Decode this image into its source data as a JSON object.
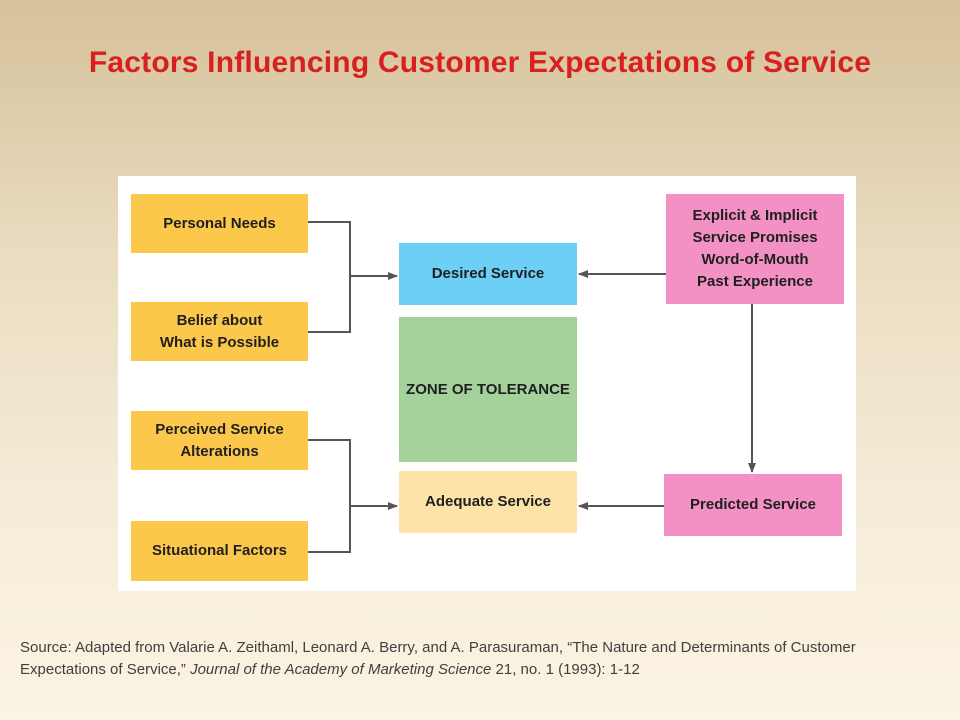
{
  "title": "Factors Influencing Customer Expectations of Service",
  "diagram": {
    "personal_needs": "Personal Needs",
    "belief_possible": "Belief about\nWhat is Possible",
    "perceived_alterations": "Perceived Service\nAlterations",
    "situational_factors": "Situational Factors",
    "desired_service": "Desired Service",
    "zone_of_tolerance": "ZONE OF TOLERANCE",
    "adequate_service": "Adequate Service",
    "promises": "Explicit & Implicit\nService Promises\nWord-of-Mouth\nPast Experience",
    "predicted_service": "Predicted Service"
  },
  "source": {
    "prefix": "Source: Adapted from Valarie A. Zeithaml, Leonard A. Berry, and A. Parasuraman, “The Nature and Determinants of Customer Expectations of Service,” ",
    "journal": "Journal of the Academy of Marketing Science",
    "suffix": " 21, no. 1 (1993): 1-12"
  },
  "colors": {
    "title": "#d92020",
    "yellow": "#fcc84c",
    "blue": "#6dcff6",
    "green": "#a5d29b",
    "cream": "#fde3a7",
    "pink": "#f391c4",
    "line": "#555555"
  }
}
